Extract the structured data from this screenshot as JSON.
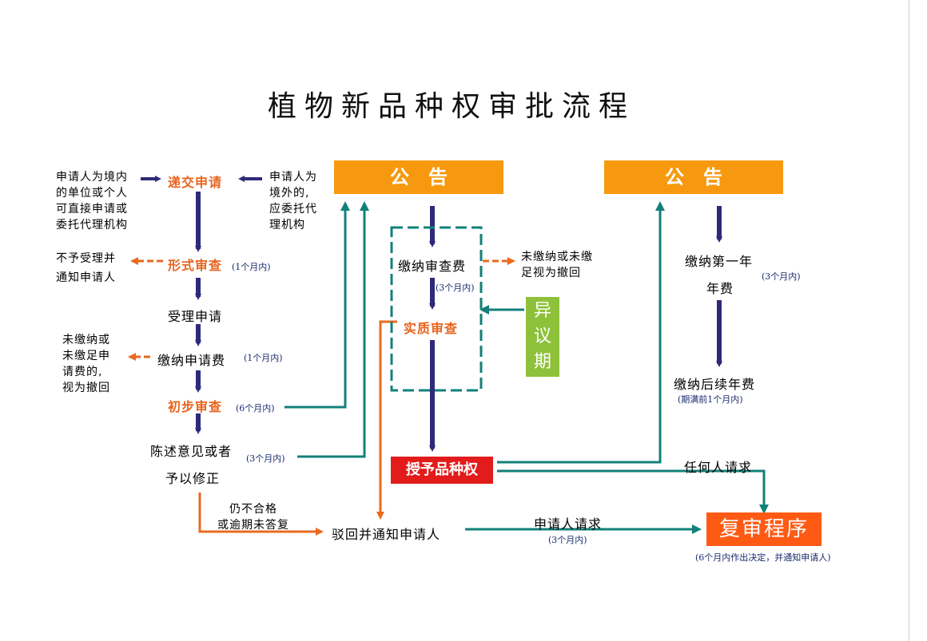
{
  "title": "植物新品种权审批流程",
  "left": {
    "domestic_applicant": [
      "申请人为境内",
      "的单位或个人",
      "可直接申请或",
      "委托代理机构"
    ],
    "foreign_applicant": [
      "申请人为",
      "境外的,",
      "应委托代",
      "理机构"
    ],
    "submit": "递交申请",
    "formal_exam": "形式审查",
    "formal_note": "(1个月内)",
    "reject_notify": [
      "不予受理并",
      "通知申请人"
    ],
    "accept": "受理申请",
    "pay_fee": "缴纳申请费",
    "pay_note": "(1个月内)",
    "unpaid": [
      "未缴纳或",
      "未缴足申",
      "请费的,",
      "视为撤回"
    ],
    "prelim_exam": "初步审查",
    "prelim_note": "(6个月内)",
    "statement": [
      "陈述意见或者",
      "予以修正"
    ],
    "statement_note": "(3个月内)",
    "still_failed": [
      "仍不合格",
      "或逾期未答复"
    ],
    "reject_back": "驳回并通知申请人"
  },
  "middle": {
    "announce": "公　告",
    "pay_exam_fee": "缴纳审查费",
    "exam_fee_note": "(3个月内)",
    "unpaid_exam": [
      "未缴纳或未缴",
      "足视为撤回"
    ],
    "substantive": "实质审查",
    "objection": [
      "异",
      "议",
      "期"
    ],
    "grant": "授予品种权",
    "applicant_request": "申请人请求",
    "applicant_request_note": "(3个月内)"
  },
  "right": {
    "announce": "公　告",
    "first_year_fee": [
      "缴纳第一年",
      "年费"
    ],
    "first_year_note": "(3个月内)",
    "later_fee": "缴纳后续年费",
    "later_note": "(期满前1个月内)",
    "anyone_request": "任何人请求",
    "review": "复审程序",
    "review_note": "(6个月内作出决定，并通知申请人)"
  },
  "colors": {
    "navy_arrow": "#2e2a7a",
    "orange_arrow": "#ea6a1e",
    "teal_arrow": "#12807a",
    "announce_box": "#f7990f",
    "grant_box": "#e21b1b",
    "objection_box": "#8ec13a",
    "review_box": "#ff5a14"
  }
}
